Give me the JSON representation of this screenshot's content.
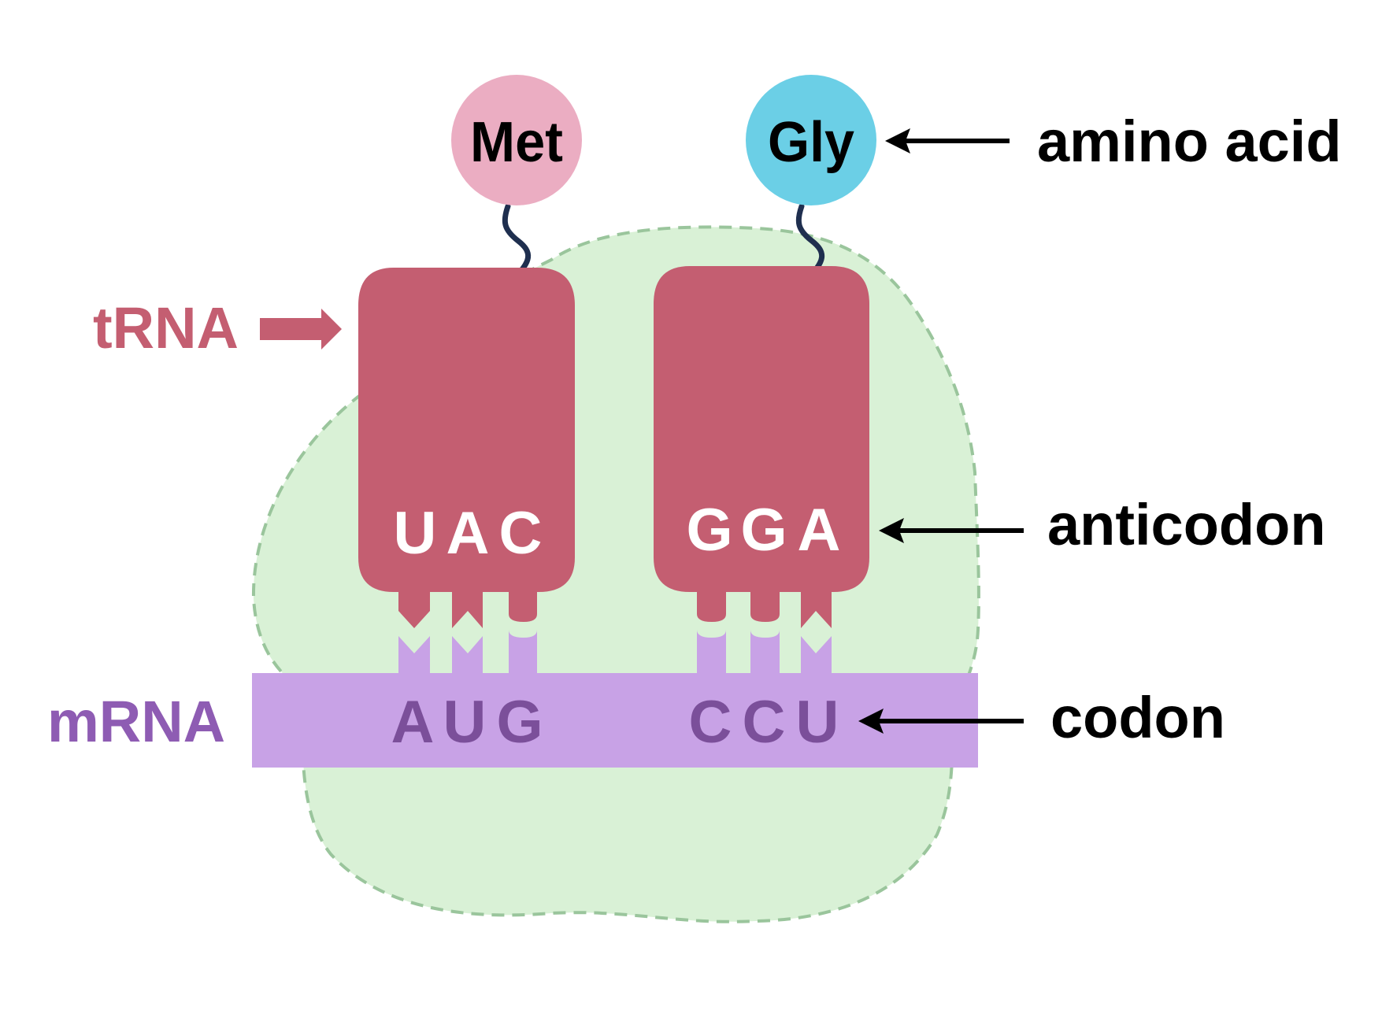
{
  "colors": {
    "ribosome_fill": "#d9f1d6",
    "ribosome_stroke": "#9ac59c",
    "trna": "#c45e71",
    "mrna": "#c8a2e6",
    "mrna_text": "#7b4f9a",
    "met_circle": "#ebadc2",
    "gly_circle": "#6bcfe6",
    "linker": "#1f2f4f",
    "label_dark": "#000000",
    "trna_label": "#c45e71",
    "mrna_label": "#8e5cb3"
  },
  "amino_acids": {
    "left": "Met",
    "right": "Gly"
  },
  "anticodons": {
    "left": [
      "U",
      "A",
      "C"
    ],
    "right": [
      "G",
      "G",
      "A"
    ]
  },
  "codons": {
    "left": [
      "A",
      "U",
      "G"
    ],
    "right": [
      "C",
      "C",
      "U"
    ]
  },
  "labels": {
    "trna": "tRNA",
    "mrna": "mRNA",
    "amino_acid": "amino acid",
    "anticodon": "anticodon",
    "codon": "codon"
  }
}
